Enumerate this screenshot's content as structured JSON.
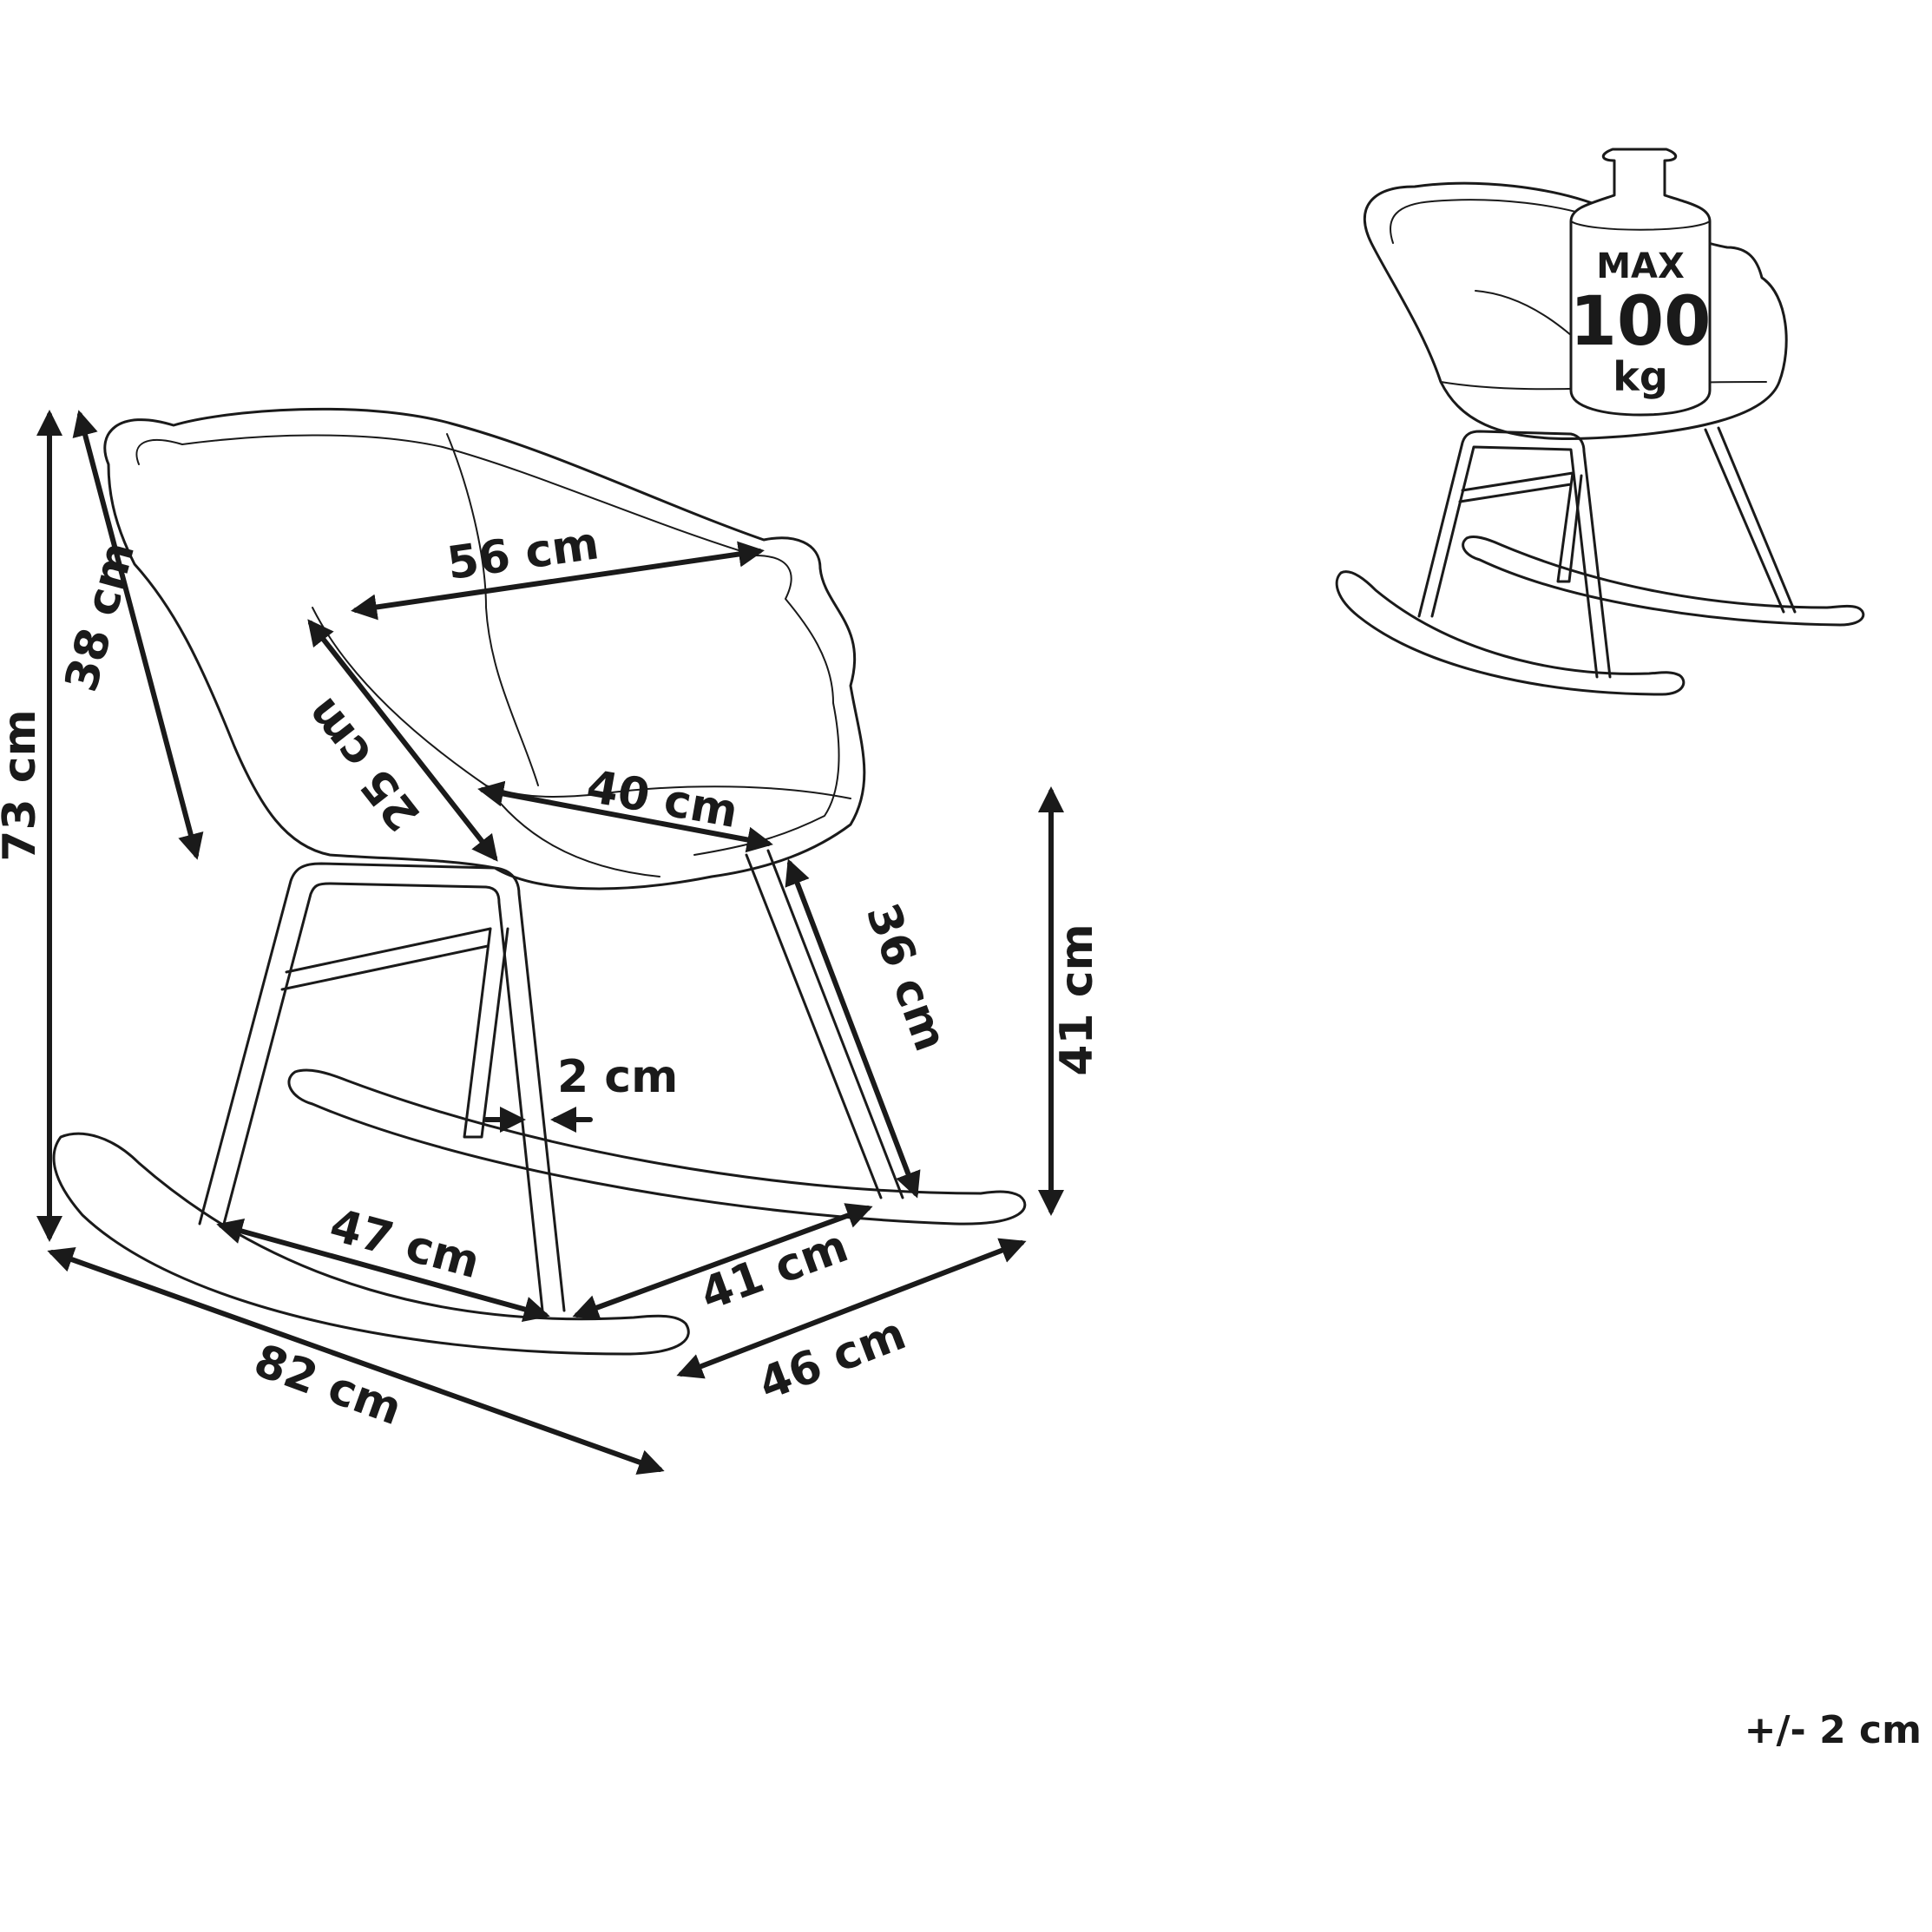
{
  "dimensions": {
    "height_total": "73 cm",
    "backrest_height": "38 cm",
    "seat_width": "56 cm",
    "seat_depth_diagonal": "25 cm",
    "seat_front_width": "40 cm",
    "leg_height": "36 cm",
    "seat_height": "41 cm",
    "tube_width": "2 cm",
    "base_width": "47 cm",
    "base_depth": "41 cm",
    "depth_total": "82 cm",
    "width_total": "46 cm"
  },
  "load_badge": {
    "line1": "MAX",
    "line2": "100",
    "line3": "kg"
  },
  "tolerance": "+/- 2 cm"
}
